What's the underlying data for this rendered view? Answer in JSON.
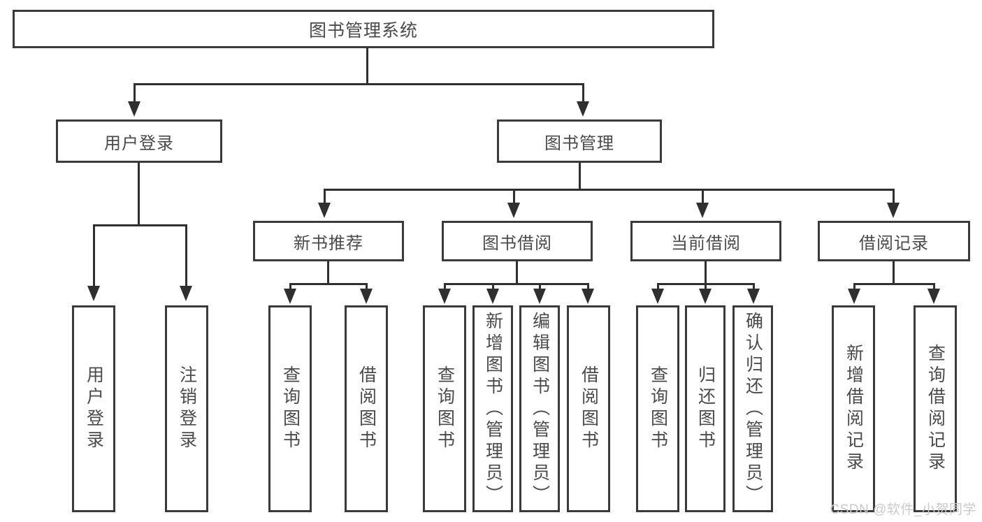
{
  "diagram": {
    "type": "tree-hierarchy-chart",
    "title": "图书管理系统",
    "root": {
      "label": "图书管理系统"
    },
    "level2": [
      {
        "label": "用户登录"
      },
      {
        "label": "图书管理"
      }
    ],
    "level3": [
      {
        "label": "新书推荐"
      },
      {
        "label": "图书借阅"
      },
      {
        "label": "当前借阅"
      },
      {
        "label": "借阅记录"
      }
    ],
    "leaves": {
      "user_login": [
        {
          "label": "用户登录"
        },
        {
          "label": "注销登录"
        }
      ],
      "new_book_recommend": [
        {
          "label": "查询图书"
        },
        {
          "label": "借阅图书"
        }
      ],
      "book_borrow": [
        {
          "label": "查询图书"
        },
        {
          "label": "新增图书（管理员）"
        },
        {
          "label": "编辑图书（管理员）"
        },
        {
          "label": "借阅图书"
        }
      ],
      "current_borrow": [
        {
          "label": "查询图书"
        },
        {
          "label": "归还图书"
        },
        {
          "label": "确认归还（管理员）"
        }
      ],
      "borrow_record": [
        {
          "label": "新增借阅记录"
        },
        {
          "label": "查询借阅记录"
        }
      ]
    }
  },
  "watermark": {
    "text": "CSDN @软件_小贺同学"
  },
  "colors": {
    "border": "#3a3a3a",
    "connector": "#2f2f2f",
    "text": "#4a4a4a",
    "background": "#ffffff",
    "watermark": "#c9c9c9"
  }
}
